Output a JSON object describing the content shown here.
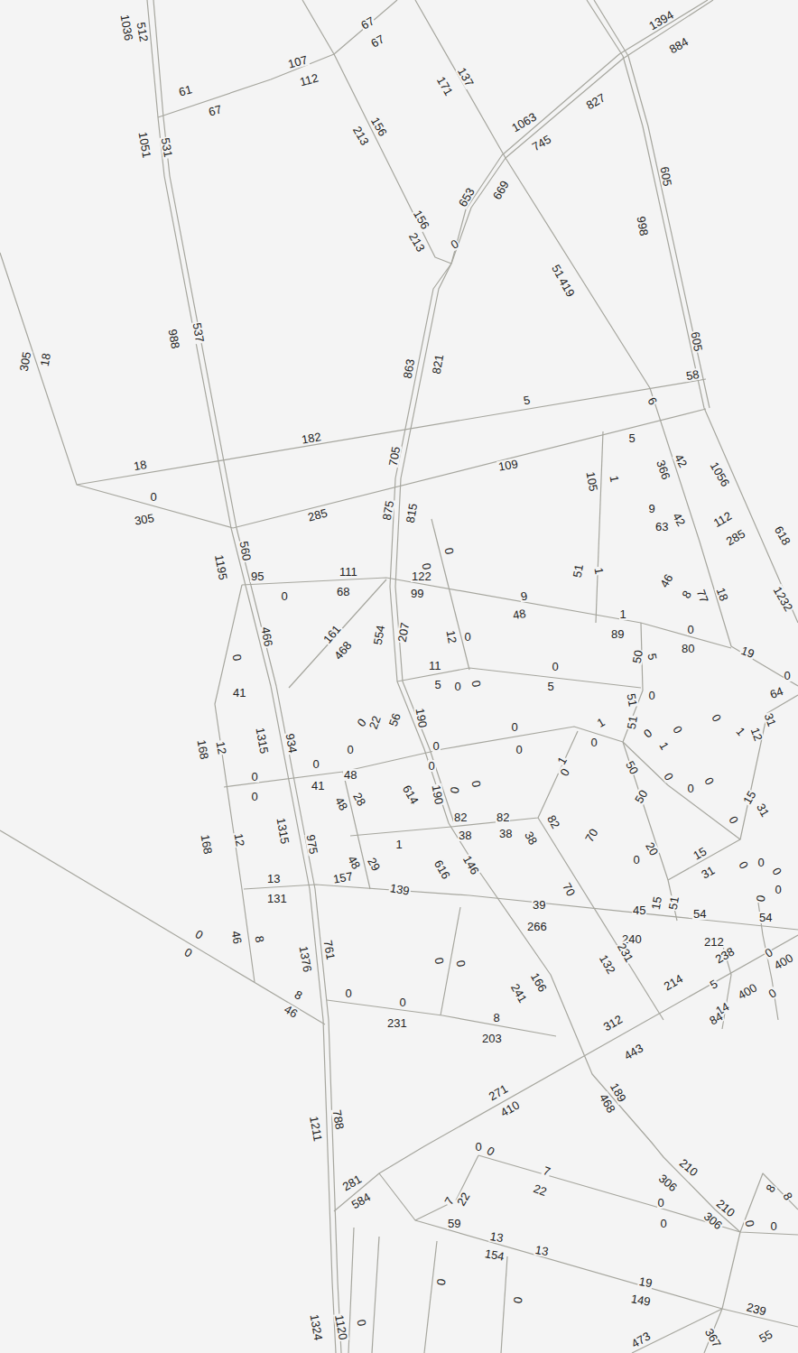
{
  "diagram": {
    "labels": [
      "1036",
      "512",
      "67",
      "67",
      "107",
      "112",
      "61",
      "67",
      "1051",
      "531",
      "156",
      "213",
      "137",
      "171",
      "1394",
      "884",
      "827",
      "1063",
      "745",
      "653",
      "669",
      "156",
      "213",
      "0",
      "605",
      "998",
      "51",
      "419",
      "605",
      "988",
      "537",
      "18",
      "305",
      "863",
      "821",
      "58",
      "6",
      "5",
      "182",
      "705",
      "5",
      "366",
      "42",
      "1056",
      "109",
      "105",
      "1",
      "18",
      "0",
      "305",
      "285",
      "875",
      "815",
      "9",
      "63",
      "42",
      "112",
      "285",
      "618",
      "560",
      "1195",
      "95",
      "0",
      "111",
      "68",
      "122",
      "99",
      "0",
      "0",
      "9",
      "48",
      "51",
      "1",
      "46",
      "8",
      "77",
      "18",
      "1232",
      "1",
      "89",
      "0",
      "80",
      "19",
      "0",
      "50",
      "5",
      "0",
      "466",
      "161",
      "468",
      "554",
      "207",
      "12",
      "0",
      "11",
      "5",
      "0",
      "0",
      "0",
      "5",
      "51",
      "0",
      "64",
      "41",
      "0",
      "22",
      "56",
      "190",
      "0",
      "0",
      "1",
      "0",
      "51",
      "0",
      "1",
      "0",
      "0",
      "1",
      "12",
      "31",
      "1",
      "0",
      "168",
      "12",
      "1315",
      "934",
      "0",
      "41",
      "0",
      "48",
      "0",
      "0",
      "190",
      "0",
      "0",
      "50",
      "50",
      "0",
      "0",
      "0",
      "15",
      "31",
      "0",
      "0",
      "0",
      "48",
      "28",
      "614",
      "82",
      "82",
      "38",
      "38",
      "38",
      "82",
      "70",
      "168",
      "12",
      "1315",
      "975",
      "1",
      "20",
      "0",
      "15",
      "31",
      "0",
      "0",
      "0",
      "48",
      "29",
      "157",
      "139",
      "616",
      "146",
      "13",
      "131",
      "70",
      "39",
      "266",
      "45",
      "15",
      "51",
      "54",
      "0",
      "54",
      "0",
      "0",
      "0",
      "46",
      "8",
      "761",
      "1376",
      "240",
      "231",
      "132",
      "212",
      "238",
      "0",
      "400",
      "0",
      "0",
      "166",
      "241",
      "8",
      "46",
      "0",
      "0",
      "231",
      "214",
      "5",
      "14",
      "400",
      "0",
      "84",
      "8",
      "203",
      "312",
      "443",
      "271",
      "410",
      "189",
      "468",
      "788",
      "1211",
      "210",
      "306",
      "210",
      "306",
      "8",
      "8",
      "0",
      "0",
      "0",
      "0",
      "7",
      "22",
      "7",
      "22",
      "0",
      "0",
      "281",
      "584",
      "59",
      "13",
      "154",
      "13",
      "0",
      "0",
      "19",
      "149",
      "239",
      "55",
      "473",
      "367",
      "1324",
      "1120",
      "0"
    ]
  }
}
